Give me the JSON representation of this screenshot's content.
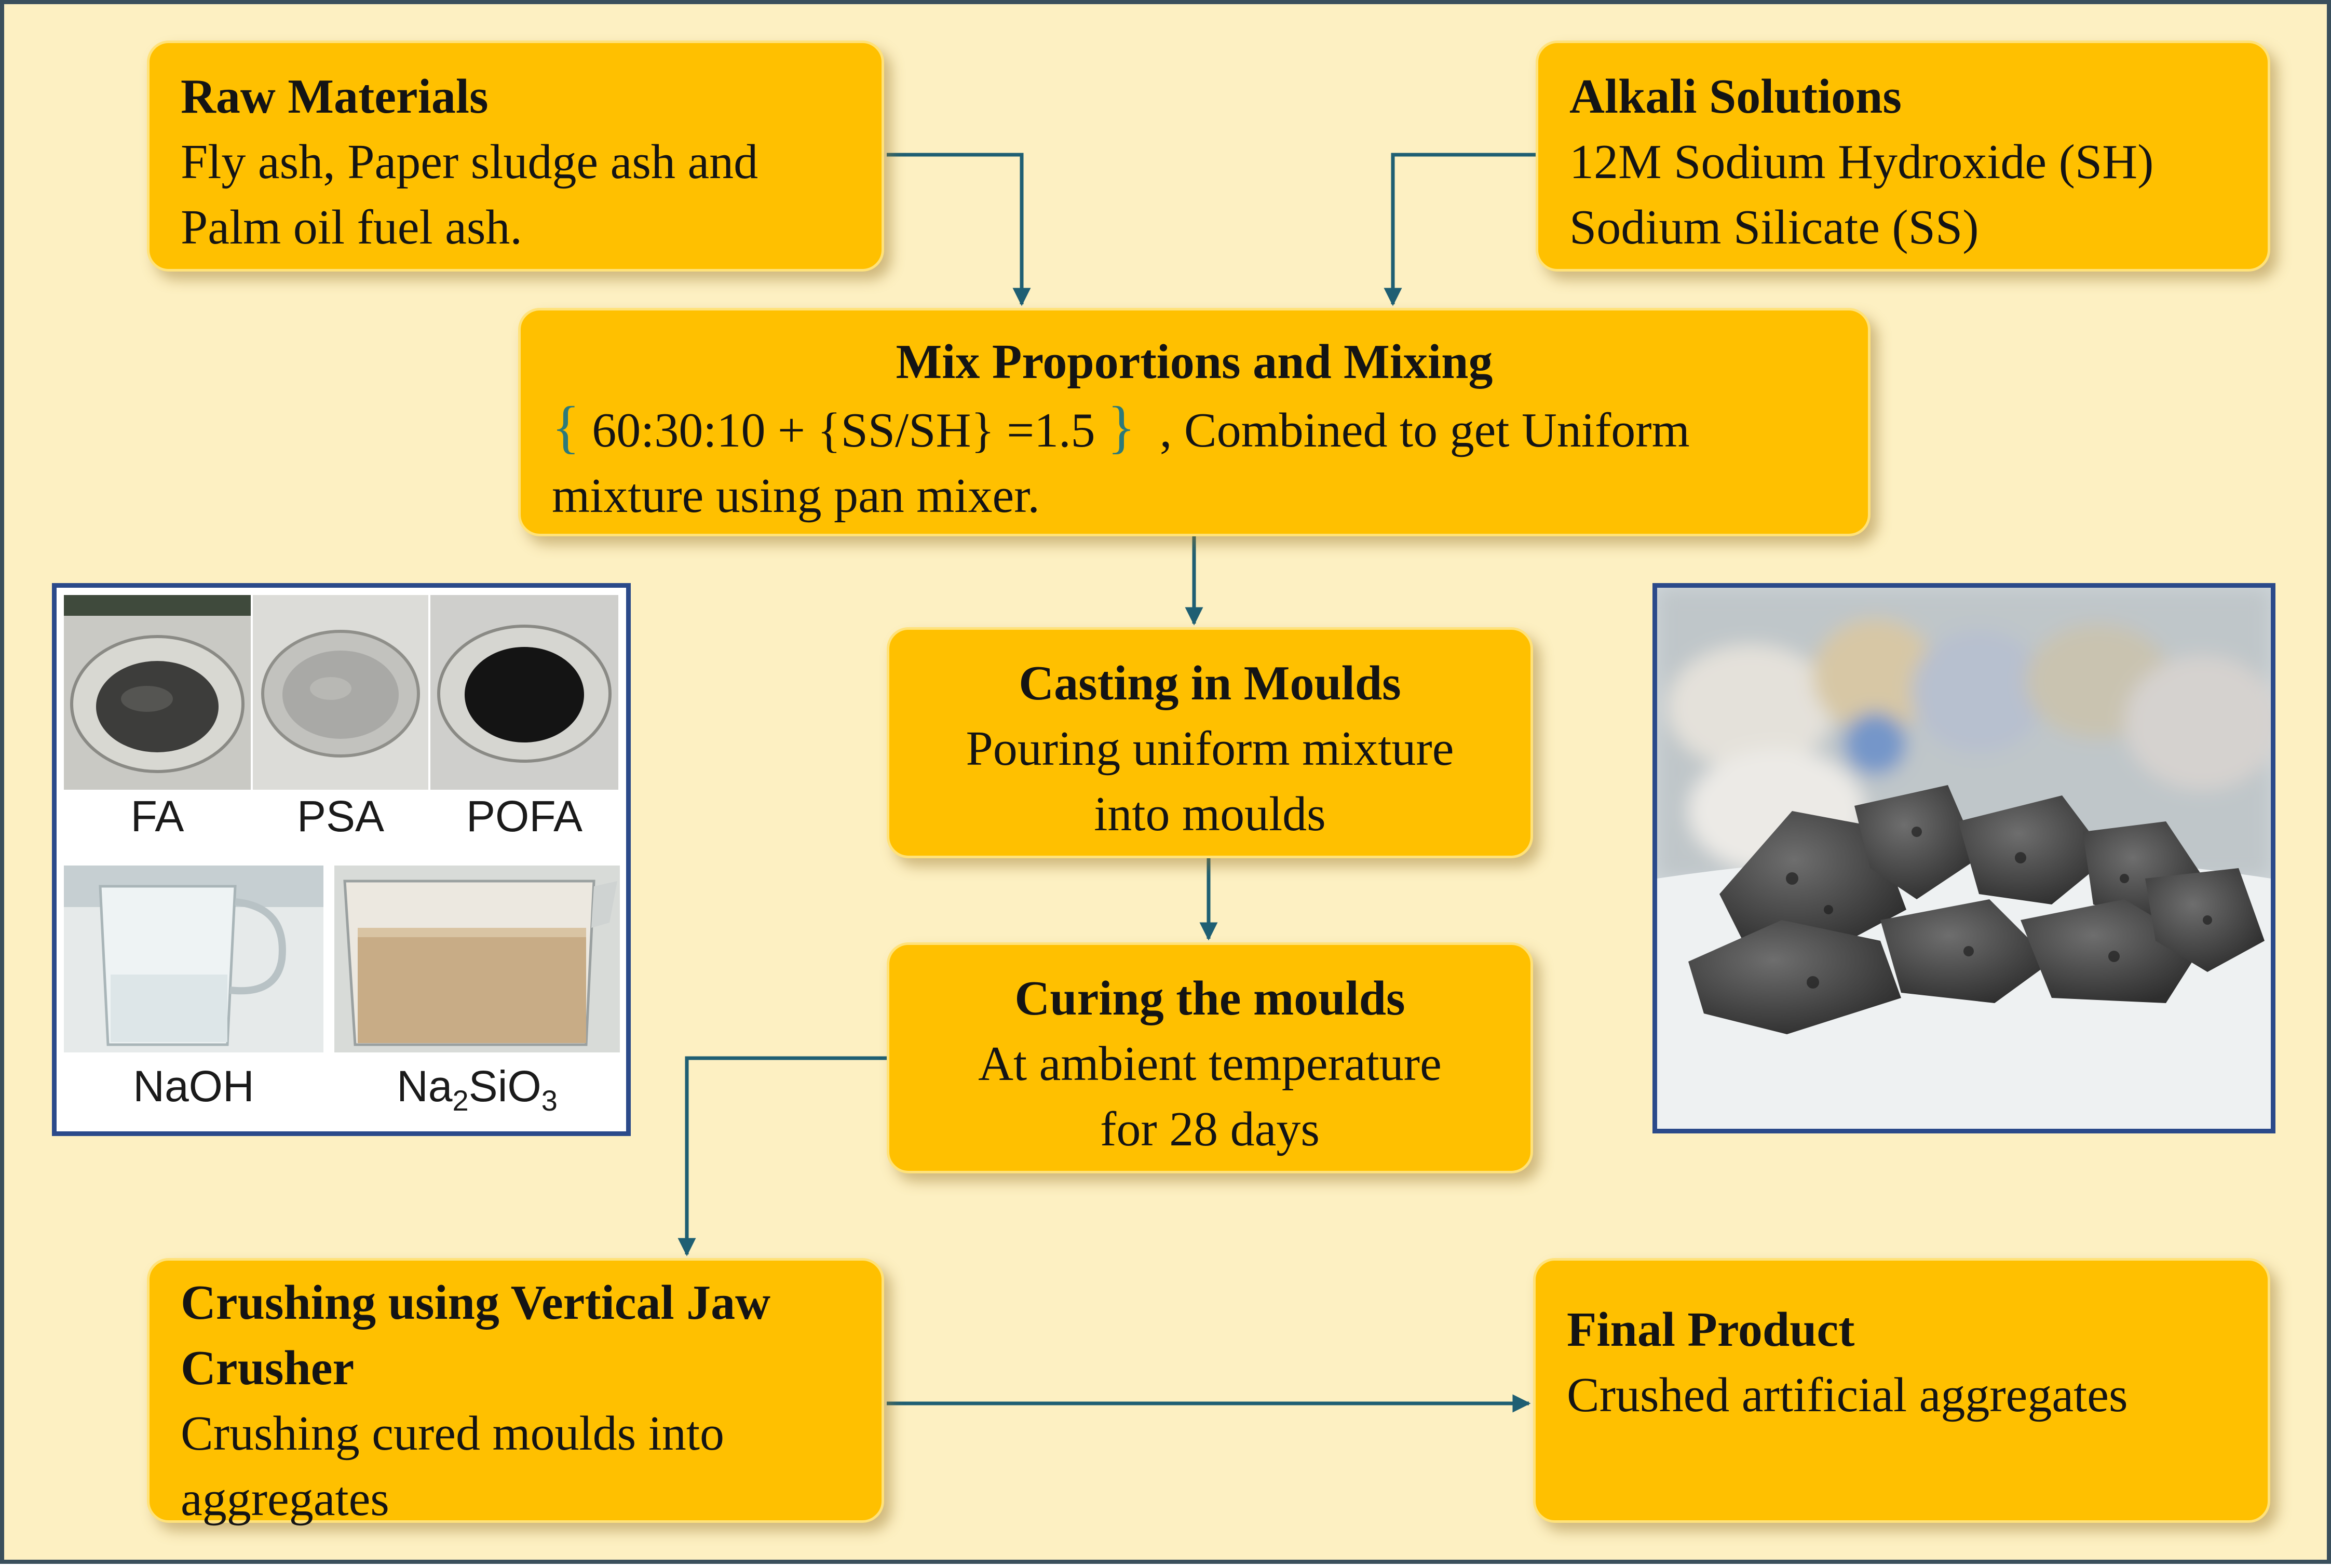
{
  "raw_materials": {
    "title": "Raw Materials",
    "line1": "Fly ash, Paper sludge ash and",
    "line2": "Palm oil fuel ash."
  },
  "alkali_solutions": {
    "title": "Alkali Solutions",
    "line1": "12M Sodium Hydroxide (SH)",
    "line2": "Sodium Silicate (SS)"
  },
  "mixing": {
    "title": "Mix Proportions and Mixing",
    "brace_open": "{",
    "formula": "60:30:10  +  {SS/SH} =1.5",
    "brace_close": "}",
    "line1_rest": ", Combined to get Uniform",
    "line2": "mixture using pan mixer."
  },
  "casting": {
    "title": "Casting in Moulds",
    "line1": "Pouring uniform mixture",
    "line2": "into moulds"
  },
  "curing": {
    "title": "Curing the moulds",
    "line1": "At ambient temperature",
    "line2": "for 28 days"
  },
  "crushing": {
    "title_line1": "Crushing using Vertical Jaw",
    "title_line2": "Crusher",
    "line1": "Crushing cured moulds into",
    "line2": "aggregates"
  },
  "final_product": {
    "title": "Final Product",
    "line1": "Crushed artificial aggregates"
  },
  "materials_photo": {
    "fa": "FA",
    "psa": "PSA",
    "pofa": "POFA",
    "naoh": "NaOH",
    "na2sio3": {
      "a": "Na",
      "sub1": "2",
      "b": "SiO",
      "sub2": "3"
    }
  },
  "colors": {
    "background": "#fdf0c2",
    "box": "#ffc000",
    "arrow": "#1f5f73",
    "photo_border": "#2b4a8a"
  }
}
